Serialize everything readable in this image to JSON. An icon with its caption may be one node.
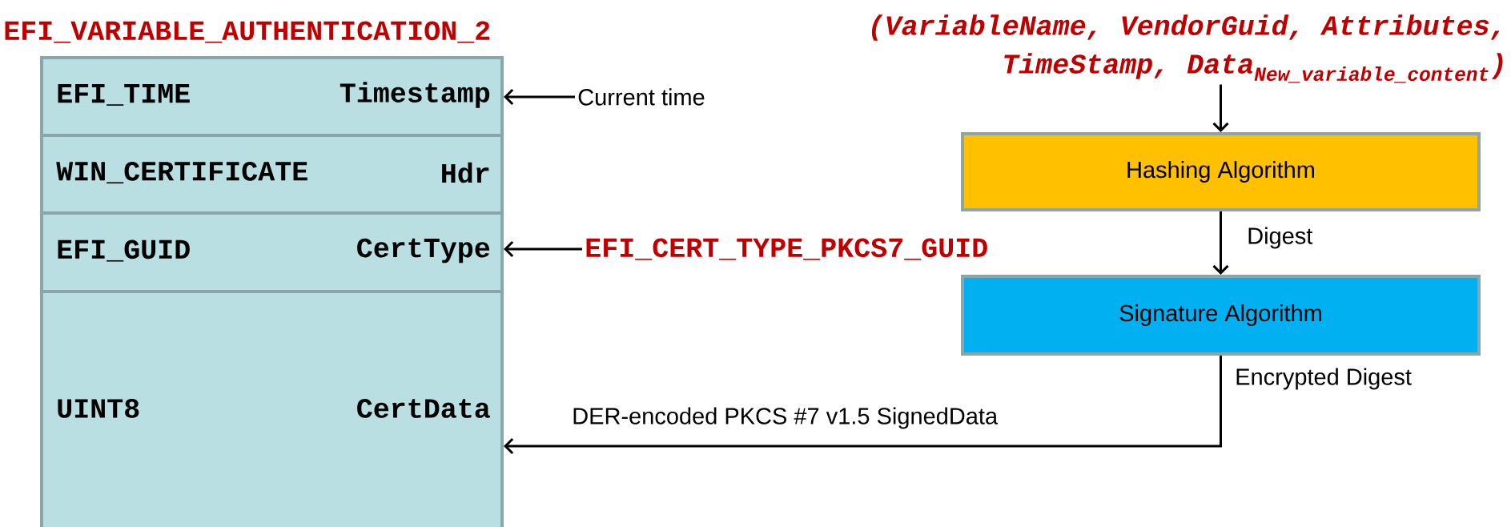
{
  "diagram": {
    "nodes": [
      {
        "text": [
          "EFI_VARIABLE_AUTHENTICATION_2"
        ]
      },
      {
        "text": [
          "EFI_TIME",
          "Timestamp"
        ],
        "in": 0
      },
      {
        "text": [
          "WIN_CERTIFICATE",
          "Hdr"
        ],
        "in": 0
      },
      {
        "text": [
          "EFI_GUID",
          "CertType"
        ],
        "in": 0
      },
      {
        "text": [
          "UINT8",
          "CertData"
        ],
        "in": 0
      },
      {
        "text": [
          "Current time"
        ]
      },
      {
        "text": [
          "EFI_CERT_TYPE_PKCS7_GUID"
        ]
      },
      {
        "text": [
          "(VariableName, VendorGuid, Attributes,",
          "\\text{TimeStamp, Data}_{\\text{New\\_variable\\_content}}\\text{)}"
        ]
      },
      {
        "text": [
          "Hashing Algorithm"
        ]
      },
      {
        "text": [
          "Signature Algorithm"
        ]
      }
    ],
    "edges": [
      {
        "from": 5,
        "to": 1,
        "arrow": "to"
      },
      {
        "from": 6,
        "to": 3,
        "arrow": "to"
      },
      {
        "from": 7,
        "to": 8,
        "arrow": "to"
      },
      {
        "from": 8,
        "to": 9,
        "arrow": "to",
        "label": "Digest"
      },
      {
        "from": 9,
        "to": 4,
        "arrow": "to",
        "label": "DER-encoded PKCS #7 v1.5 SignedData"
      }
    ],
    "labels": [
      "Encrypted Digest"
    ]
  }
}
